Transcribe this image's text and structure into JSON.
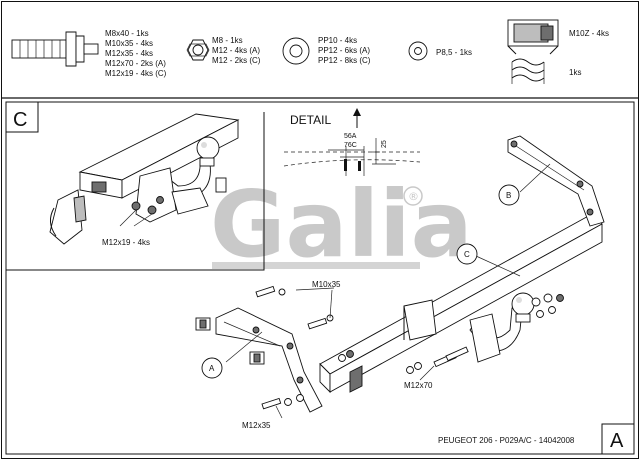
{
  "parts_header": {
    "bolt_specs": [
      "M8x40 - 1ks",
      "M10x35 - 4ks",
      "M12x35 - 4ks",
      "M12x70 - 2ks (A)",
      "M12x19 - 4ks (C)"
    ],
    "nut_specs": [
      "M8 - 1ks",
      "M12 - 4ks (A)",
      "M12 - 2ks (C)"
    ],
    "washer_specs": [
      "PP10 - 4ks",
      "PP12 - 6ks (A)",
      "PP12 - 8ks (C)"
    ],
    "small_washer_spec": "P8,5 - 1ks",
    "clip_spec": "M10Z - 4ks",
    "spring_spec": "1ks"
  },
  "detail_c": {
    "corner_label": "C",
    "bolt_label": "M12x19 - 4ks"
  },
  "detail_view": {
    "title": "DETAIL",
    "dim_top": "56A",
    "dim_mid": "76C",
    "dim_side": "25"
  },
  "main_view": {
    "callout_a": "A",
    "callout_b": "B",
    "callout_c": "C",
    "label_m10": "M10x35",
    "label_m12_70": "M12x70",
    "label_m12_35": "M12x35",
    "corner_label": "A"
  },
  "watermark": {
    "text": "Galia",
    "mark": "®"
  },
  "footer": {
    "caption": "PEUGEOT 206 - P029A/C - 14042008"
  }
}
